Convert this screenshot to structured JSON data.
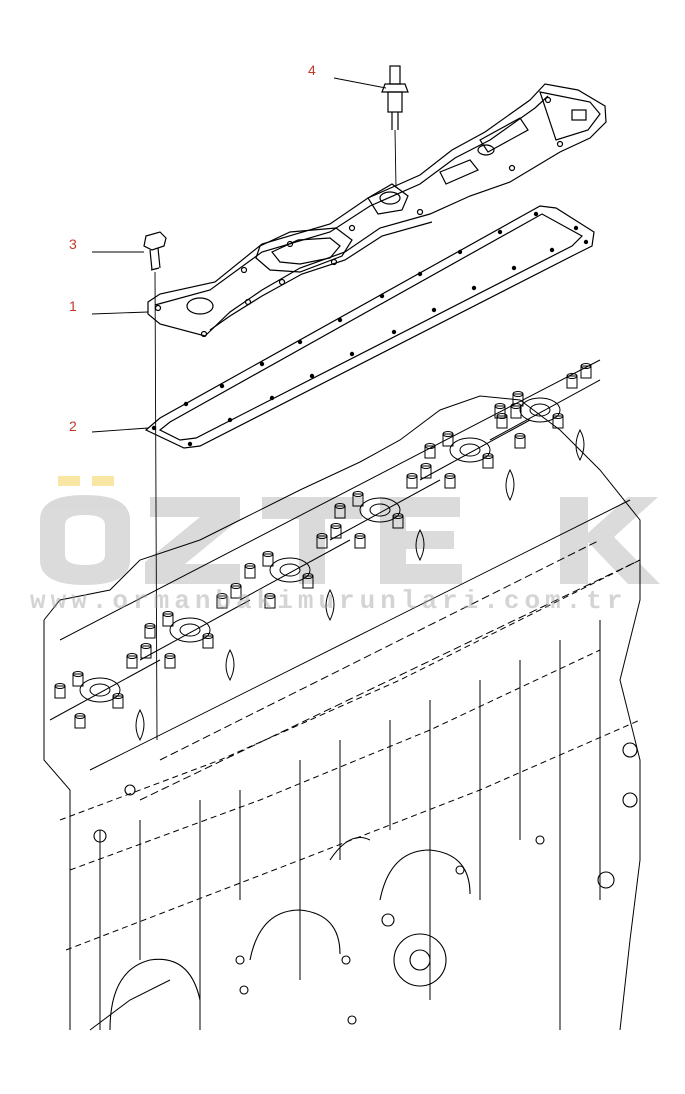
{
  "diagram": {
    "callouts": [
      {
        "id": "callout-1",
        "label": "1"
      },
      {
        "id": "callout-2",
        "label": "2"
      },
      {
        "id": "callout-3",
        "label": "3"
      },
      {
        "id": "callout-4",
        "label": "4"
      }
    ],
    "watermark": {
      "brand": "ÖZTEK",
      "url": "www.ormanbakimurunlari.com.tr"
    },
    "colors": {
      "line": "#000000",
      "callout": "#c0392b",
      "watermark": "#bdbdbd",
      "watermark_accent": "#f2d25a"
    }
  }
}
